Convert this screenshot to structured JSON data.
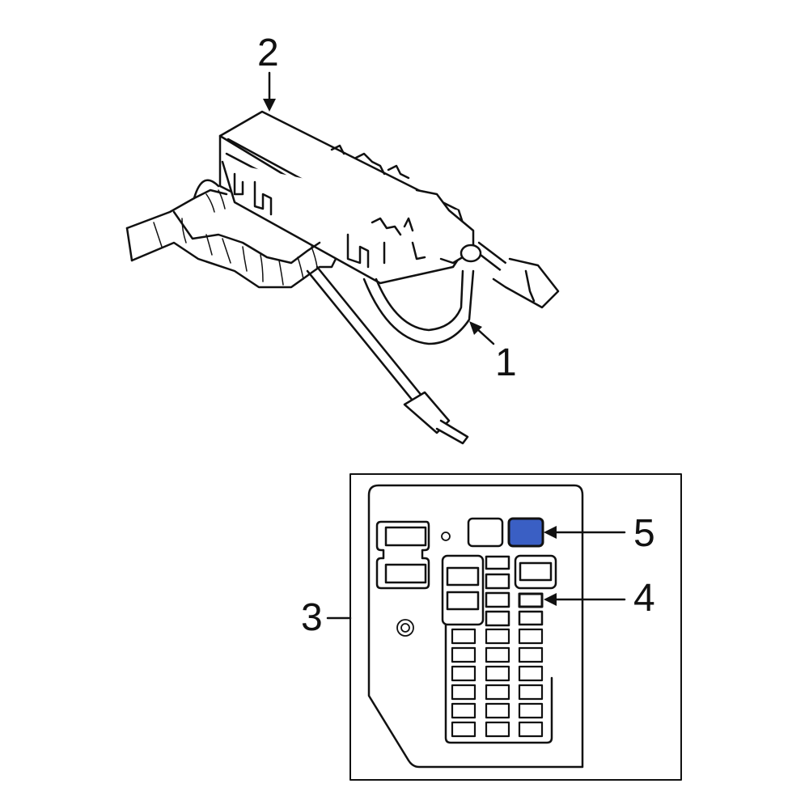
{
  "diagram": {
    "type": "parts-diagram",
    "subject": "fuse and relay box assembly",
    "highlight_color": "#3a5fc4",
    "callouts": [
      {
        "number": "1",
        "target": "harness/box assembly"
      },
      {
        "number": "2",
        "target": "box cover"
      },
      {
        "number": "3",
        "target": "fuse panel"
      },
      {
        "number": "4",
        "target": "mini fuse"
      },
      {
        "number": "5",
        "target": "relay (highlighted)"
      }
    ]
  },
  "labels": {
    "c1": "1",
    "c2": "2",
    "c3": "3",
    "c4": "4",
    "c5": "5"
  }
}
